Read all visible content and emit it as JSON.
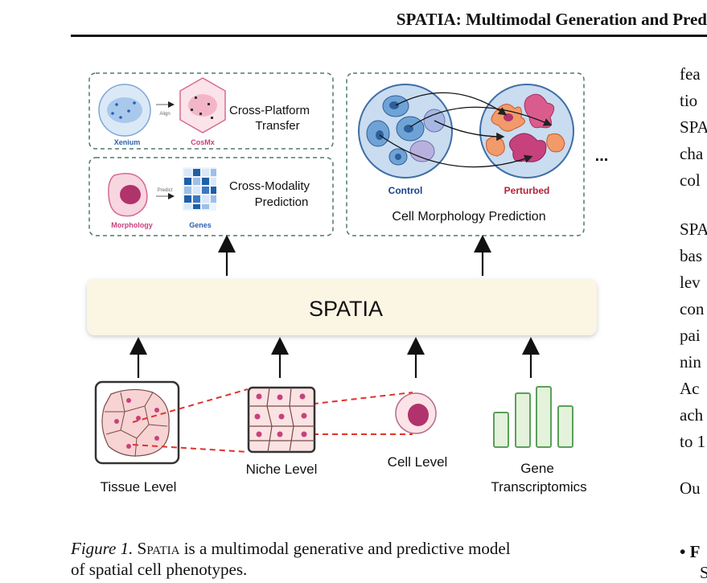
{
  "header": {
    "title": "SPATIA: Multimodal Generation and Pred"
  },
  "figure": {
    "cross_platform": {
      "label_line1": "Cross-Platform",
      "label_line2": "Transfer",
      "source": "Xenium",
      "target": "CosMx",
      "arrow": "Align"
    },
    "cross_modality": {
      "label_line1": "Cross-Modality",
      "label_line2": "Prediction",
      "source": "Morphology",
      "target": "Genes",
      "arrow": "Predict"
    },
    "morphology_prediction": {
      "label": "Cell Morphology Prediction",
      "control": "Control",
      "perturbed": "Perturbed"
    },
    "ellipsis": "...",
    "model_name": "SPATIA",
    "levels": {
      "tissue": "Tissue Level",
      "niche": "Niche Level",
      "cell": "Cell Level",
      "gene_line1": "Gene",
      "gene_line2": "Transcriptomics"
    }
  },
  "caption": {
    "label": "Figure 1.",
    "model": "Spatia",
    "text": " is a multimodal generative and predictive model",
    "line2": "of spatial cell phenotypes."
  },
  "right_column": {
    "lines": [
      "fea",
      "tio",
      "SPA",
      "cha",
      "col",
      "SPA",
      "bas",
      "lev",
      "con",
      "pai",
      "nin",
      "Ac",
      "ach",
      "to 1",
      "Ou"
    ],
    "bullet": "• F",
    "bullet_line2": "S"
  },
  "colors": {
    "accent_pink": "#c7417d",
    "accent_blue": "#2b5fae",
    "model_bar": "#fbf5e4",
    "dash_red": "#e0332c",
    "green_bar": "#e4f2dc"
  }
}
